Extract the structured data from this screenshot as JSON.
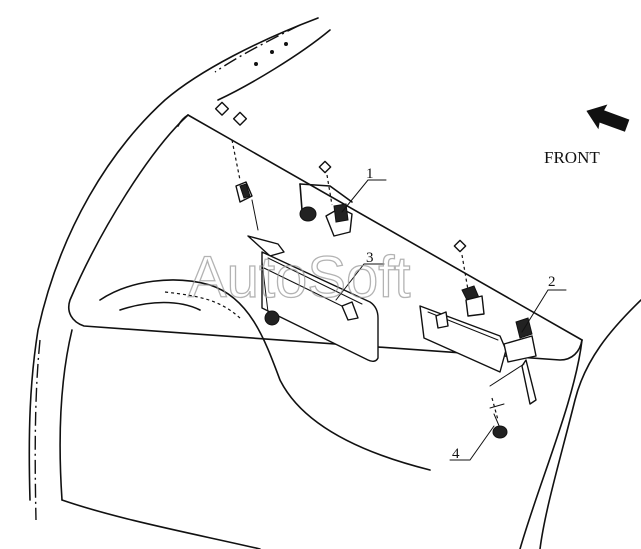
{
  "direction": {
    "label": "FRONT",
    "icon": "front-arrow-icon"
  },
  "callouts": [
    {
      "id": "callout-1",
      "label": "1"
    },
    {
      "id": "callout-2",
      "label": "2"
    },
    {
      "id": "callout-3",
      "label": "3"
    },
    {
      "id": "callout-4",
      "label": "4"
    }
  ],
  "watermark": "AutoSoft"
}
